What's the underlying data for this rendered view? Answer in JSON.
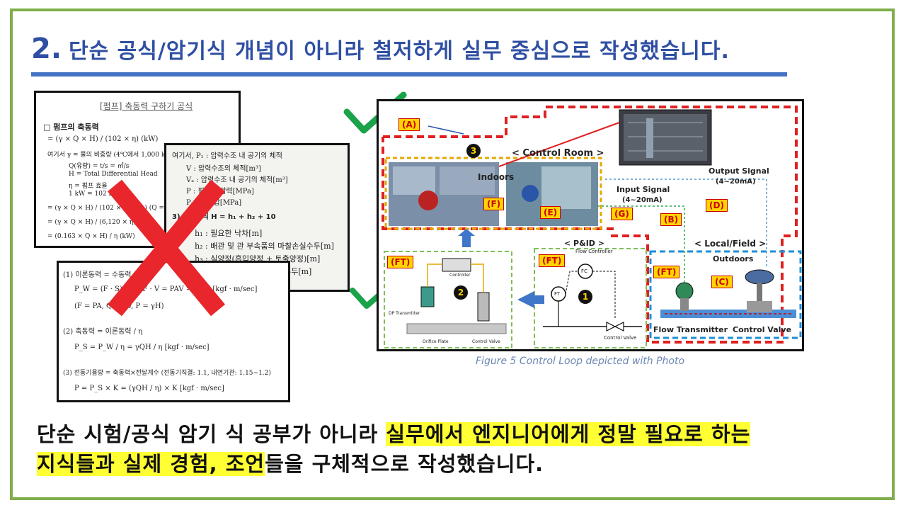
{
  "slide": {
    "title_number": "2.",
    "title_text": "단순 공식/암기식 개념이 아니라 철저하게 실무 중심으로 작성했습니다.",
    "body": {
      "part1": "단순 시험/공식 암기 식 공부가 아니라 ",
      "highlight1": "실무에서 엔지니어에게 정말 필요로 하는",
      "highlight2": "지식들과 실제 경험, 조언",
      "part2": "들을 구체적으로 작성했습니다."
    },
    "colors": {
      "frame": "#7fae4c",
      "title": "#2f4fa3",
      "rule": "#4472c4",
      "highlight": "#ffff33",
      "x_mark": "#e8262b",
      "check": "#1aa34a"
    }
  },
  "doc1": {
    "title": "[펌프] 축동력 구하기 공식",
    "heading": "□ 펌프의 축동력",
    "lines": [
      "= (γ × Q × H) / (102 × η)  (kW)",
      "여기서  γ = 물의 비중량 (4℃에서 1,000 kg/m³)",
      "Q(유량) = t/s = ㎥/s",
      "H = Total Differential Head",
      "η = 펌프 효율",
      "1 kW = 102 kgf·m/s",
      "= (γ × Q × H) / (102 × 60 × η)   (Q = t/min)",
      "= (γ × Q × H) / (6,120 × η)  (kW)",
      "= (0.163 × Q × H) / η  (kW)"
    ]
  },
  "doc2": {
    "lines": [
      "여기서, P₁ : 압력수조 내 공기의 체적",
      "V : 압력수조의 체적[m³]",
      "Vₐ : 압력수조 내 공기의 체적[m³]",
      "P : 필요한 압력[MPa]",
      "Pₐ : 대기압[MPa]",
      "3) 펌프방식 H = h₁ + h₂ + 10",
      "h₁ : 필요한 낙차[m]",
      "h₂ : 배관 및 관 부속품의 마찰손실수두[m]",
      "h₃ : 실양정(흡입양정 + 토출양정)[m]",
      "압력의 환산수두[m]"
    ]
  },
  "doc3": {
    "lines": [
      "(1) 이론동력 = 수동력",
      "P_W = (F · S) / t = F · V = PAV = γQH [kgf · m/sec]",
      "(F = PA,   Q = AV,   P = γH)",
      "(2) 축동력 = 이론동력 / η",
      "P_S = P_W / η = γQH / η   [kgf · m/sec]",
      "(3) 전동기용량 = 축동력×전달계수 (전동기직결: 1.1, 내연기관: 1.15~1.2)",
      "P = P_S × K = (γQH / η) × K   [kgf · m/sec]"
    ]
  },
  "diagram": {
    "caption": "Figure 5 Control Loop depicted with Photo",
    "control_room": "< Control Room >",
    "indoors": "Indoors",
    "output_signal": "Output Signal",
    "output_range": "(4~20mA)",
    "input_signal": "Input Signal",
    "input_range": "(4~20mA)",
    "local_field": "< Local/Field >",
    "outdoors": "Outdoors",
    "pid": "< P&ID >",
    "flow_transmitter": "Flow Transmitter",
    "control_valve": "Control Valve",
    "flow_controller": "Flow Controller",
    "fc": "FC",
    "ft_symbol": "FT",
    "control_valve_small": "Control Valve",
    "dp_transmitter": "DP Transmitter",
    "orifice_plate": "Orifice Plate",
    "control_valve_photo": "Control Valve",
    "controller": "Controller",
    "tags": {
      "a": "(A)",
      "b": "(B)",
      "c": "(C)",
      "d": "(D)",
      "e": "(E)",
      "f": "(F)",
      "g": "(G)",
      "ft1": "(FT)",
      "ft2": "(FT)",
      "ft3": "(FT)"
    },
    "numbers": {
      "n1": "1",
      "n2": "2",
      "n3": "3"
    }
  }
}
